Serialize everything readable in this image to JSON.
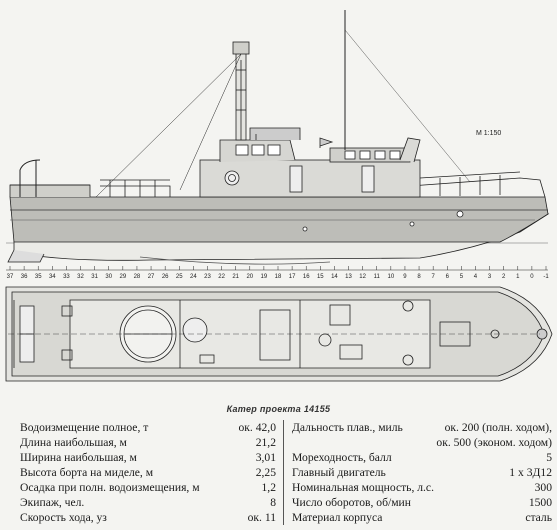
{
  "scale_label": "M 1:150",
  "caption": "Катер проекта 14155",
  "frame_numbers": [
    "37",
    "36",
    "35",
    "34",
    "33",
    "32",
    "31",
    "30",
    "29",
    "28",
    "27",
    "26",
    "25",
    "24",
    "23",
    "22",
    "21",
    "20",
    "19",
    "18",
    "17",
    "16",
    "15",
    "14",
    "13",
    "12",
    "11",
    "10",
    "9",
    "8",
    "7",
    "6",
    "5",
    "4",
    "3",
    "2",
    "1",
    "0",
    "-1"
  ],
  "specs_left": [
    {
      "label": "Водоизмещение полное, т",
      "value": "ок. 42,0"
    },
    {
      "label": "Длина наибольшая, м",
      "value": "21,2"
    },
    {
      "label": "Ширина наибольшая, м",
      "value": "3,01"
    },
    {
      "label": "Высота борта на миделе, м",
      "value": "2,25"
    },
    {
      "label": "Осадка при полн. водоизмещения, м",
      "value": "1,2"
    },
    {
      "label": "Экипаж, чел.",
      "value": "8"
    },
    {
      "label": "Скорость хода, уз",
      "value": "ок. 11"
    }
  ],
  "specs_right": [
    {
      "label": "Дальность плав., миль",
      "value": "ок. 200 (полн. ходом),"
    },
    {
      "label": "",
      "value": "ок. 500 (эконом. ходом)"
    },
    {
      "label": "Мореходность, балл",
      "value": "5"
    },
    {
      "label": "Главный двигатель",
      "value": "1 x 3Д12"
    },
    {
      "label": "Номинальная мощность, л.с.",
      "value": "300"
    },
    {
      "label": "Число оборотов, об/мин",
      "value": "1500"
    },
    {
      "label": "Материал корпуса",
      "value": "сталь"
    }
  ]
}
